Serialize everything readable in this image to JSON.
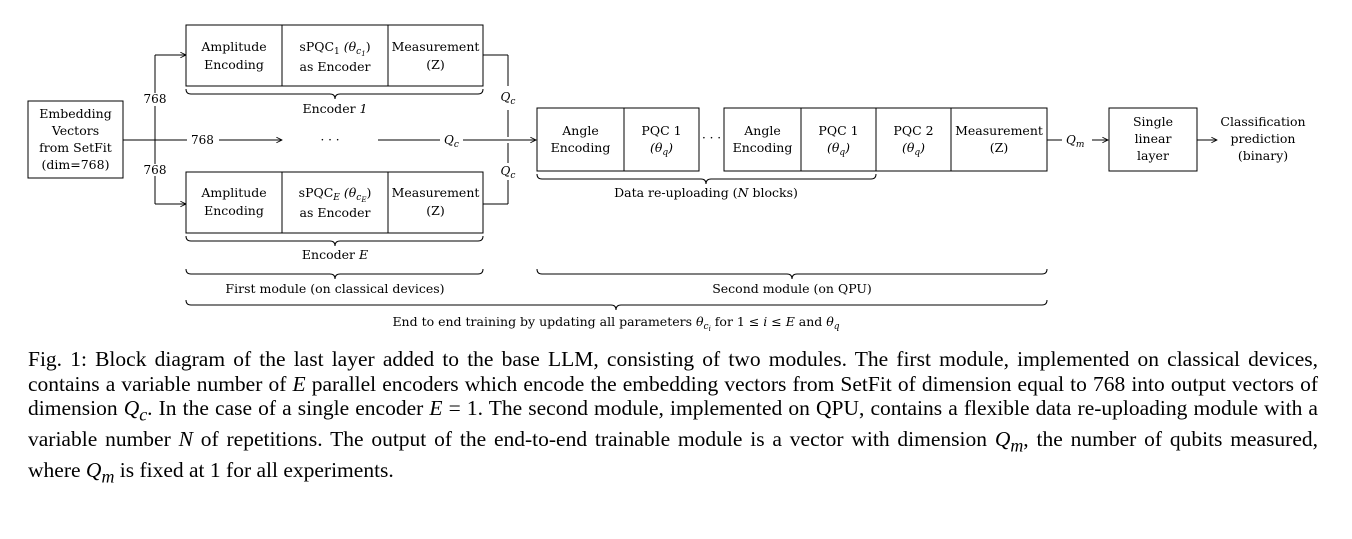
{
  "embedding_box": {
    "lines": [
      "Embedding",
      "Vectors",
      "from SetFit",
      "(dim=768)"
    ]
  },
  "split_labels": {
    "top": "768",
    "middle": "768",
    "bottom": "768"
  },
  "ellipsis": "· · ·",
  "middle_output": "Q_c",
  "encoder1": {
    "amp_lines": [
      "Amplitude",
      "Encoding"
    ],
    "spqc_line1": "sPQC",
    "spqc_sub": "1",
    "spqc_param": "(θ",
    "spqc_param_sub": "c",
    "spqc_param_subsub": "1",
    "spqc_param_close": ")",
    "spqc_line2": "as Encoder",
    "meas_lines": [
      "Measurement",
      "(Z)"
    ],
    "label_text": "Encoder ",
    "label_var": "1",
    "output": "Q_c"
  },
  "encoderE": {
    "amp_lines": [
      "Amplitude",
      "Encoding"
    ],
    "spqc_line1": "sPQC",
    "spqc_sub": "E",
    "spqc_param": "(θ",
    "spqc_param_sub": "c",
    "spqc_param_subsub": "E",
    "spqc_param_close": ")",
    "spqc_line2": "as Encoder",
    "meas_lines": [
      "Measurement",
      "(Z)"
    ],
    "label_text": "Encoder ",
    "label_var": "E",
    "output": "Q_c"
  },
  "second_module": {
    "angle1_lines": [
      "Angle",
      "Encoding"
    ],
    "pqc1_lines": [
      "PQC 1",
      "(θ_q)"
    ],
    "dots": "· · ·",
    "angle2_lines": [
      "Angle",
      "Encoding"
    ],
    "pqc1b_lines": [
      "PQC 1",
      "(θ_q)"
    ],
    "pqc2_lines": [
      "PQC 2",
      "(θ_q)"
    ],
    "meas_lines": [
      "Measurement",
      "(Z)"
    ],
    "reupload_label_pre": "Data re-uploading (",
    "reupload_label_var": "N",
    "reupload_label_post": " blocks)",
    "output": "Q_m"
  },
  "linear_box": {
    "lines": [
      "Single",
      "linear",
      "layer"
    ]
  },
  "classification": {
    "lines": [
      "Classification",
      "prediction",
      "(binary)"
    ]
  },
  "first_module_label": "First module (on classical devices)",
  "second_module_label": "Second module (on QPU)",
  "end_to_end_label": {
    "pre": "End to end training by updating all parameters ",
    "theta": "θ",
    "theta_sub": "c",
    "theta_subsub": "i",
    "mid": " for 1 ≤ ",
    "i": "i",
    "le": " ≤ ",
    "E": "E",
    "and": " and ",
    "theta2": "θ",
    "theta2_sub": "q"
  },
  "caption": {
    "s1": "Fig. 1: Block diagram of the last layer added to the base LLM, consisting of two modules. The first module, implemented on classical devices, contains a variable number of ",
    "E1": "E",
    "s2": " parallel encoders which encode the embedding vectors from SetFit of dimension equal to 768 into output vectors of dimension ",
    "Qc": "Q",
    "Qc_sub": "c",
    "s3": ". In the case of a single encoder ",
    "E2": "E",
    "s4": " = 1. The second module, implemented on QPU, contains a flexible data re-uploading module with a variable number ",
    "N": "N",
    "s5": " of repetitions. The output of the end-to-end trainable module is a vector with dimension ",
    "Qm1": "Q",
    "Qm1_sub": "m",
    "s6": ", the number of qubits measured, where ",
    "Qm2": "Q",
    "Qm2_sub": "m",
    "s7": " is fixed at 1 for all experiments."
  }
}
